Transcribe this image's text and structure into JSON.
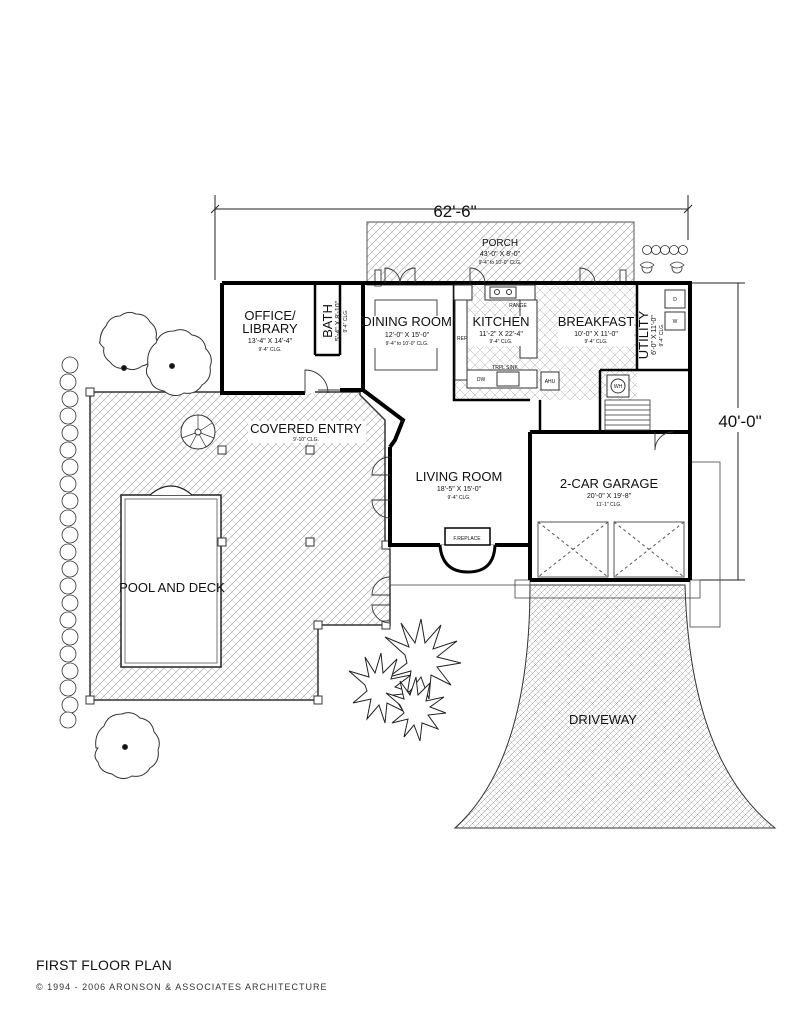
{
  "plan": {
    "overall_width": "62'-6\"",
    "overall_depth": "40'-0\"",
    "rooms": {
      "porch": {
        "name": "PORCH",
        "size": "43'-0\" X 8'-0\"",
        "ceiling": "9'-4\" to 10'-0\" CLG."
      },
      "office": {
        "name_1": "OFFICE/",
        "name_2": "LIBRARY",
        "size": "13'-4\" X 14'-4\"",
        "ceiling": "9'-4\" CLG."
      },
      "bath": {
        "name": "BATH",
        "size": "5'-4\" X 8'-10\"",
        "ceiling": "9'-4\" CLG."
      },
      "dining": {
        "name": "DINING ROOM",
        "size": "12'-0\" X 15'-0\"",
        "ceiling": "9'-4\" to 10'-0\" CLG."
      },
      "kitchen": {
        "name": "KITCHEN",
        "size": "11'-2\" X 22'-4\"",
        "ceiling": "9'-4\" CLG."
      },
      "breakfast": {
        "name": "BREAKFAST",
        "size": "10'-0\" X 11'-0\"",
        "ceiling": "9'-4\" CLG."
      },
      "utility": {
        "name": "UTILITY",
        "size": "6'-0\" X 11'-0\"",
        "ceiling": "9'-4\" CLG."
      },
      "entry": {
        "name": "COVERED ENTRY",
        "ceiling": "9'-10\" CLG."
      },
      "living": {
        "name": "LIVING ROOM",
        "size": "18'-5\" X 15'-0\"",
        "ceiling": "9'-4\" CLG."
      },
      "garage": {
        "name": "2-CAR GARAGE",
        "size": "20'-0\" X 19'-8\"",
        "ceiling": "11'-1\" CLG."
      },
      "pool": {
        "name": "POOL AND DECK"
      },
      "driveway": {
        "name": "DRIVEWAY"
      }
    },
    "fixtures": {
      "range": "RANGE",
      "ref": "REF",
      "dw": "DW",
      "sink": "TRPL SINK",
      "ahu": "AHU",
      "wh": "WH",
      "fireplace": "F.REPLACE",
      "dryer": "D",
      "washer": "W"
    }
  },
  "footer": {
    "title": "FIRST FLOOR PLAN",
    "copyright": "© 1994 - 2006 ARONSON & ASSOCIATES ARCHITECTURE"
  }
}
